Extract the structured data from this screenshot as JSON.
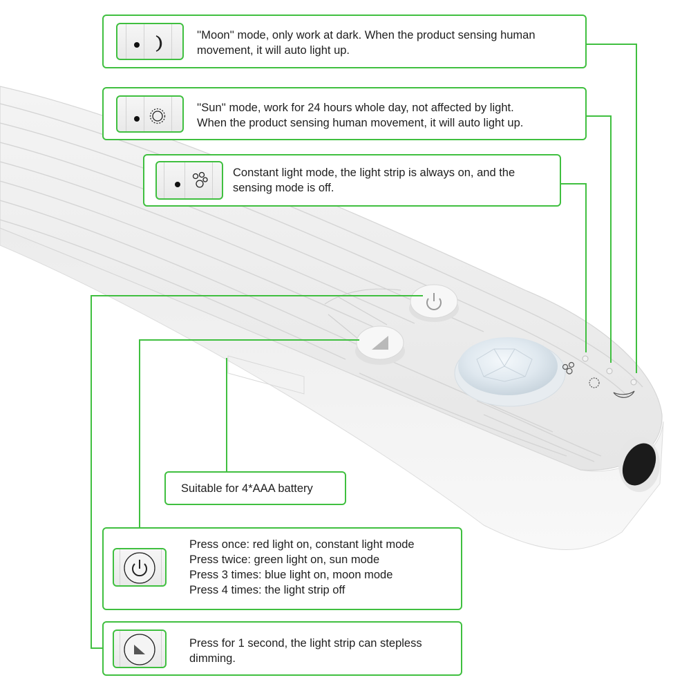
{
  "accent_color": "#3fbf3f",
  "callouts": {
    "moon": {
      "icon": "moon-icon",
      "text": "''Moon'' mode, only work at dark. When the product sensing human\nmovement, it will auto light up."
    },
    "sun": {
      "icon": "sun-icon",
      "text": "''Sun'' mode, work for 24 hours whole day, not affected by light.\nWhen the product sensing human movement, it will auto light up."
    },
    "constant": {
      "icon": "paw-icon",
      "text": "Constant light mode, the light strip is always on, and the\nsensing mode is off."
    },
    "battery": {
      "text": "Suitable for 4*AAA battery"
    },
    "power": {
      "icon": "power-icon",
      "text": "Press once: red light on, constant light mode\nPress twice: green light on, sun mode\nPress 3 times: blue light on, moon mode\nPress 4 times: the light strip off"
    },
    "dimming": {
      "icon": "dimming-triangle-icon",
      "text": "Press for 1 second, the light strip can stepless\ndimming."
    }
  }
}
